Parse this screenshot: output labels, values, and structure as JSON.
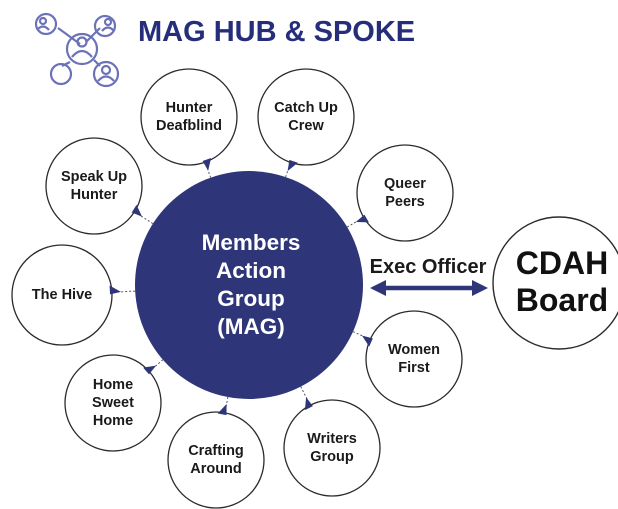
{
  "header": {
    "title": "MAG HUB & SPOKE",
    "icon": "people-network-icon"
  },
  "hub": {
    "lines": [
      "Members",
      "Action",
      "Group",
      "(MAG)"
    ]
  },
  "spokes": [
    {
      "id": "hunter-deafblind",
      "lines": [
        "Hunter",
        "Deafblind"
      ]
    },
    {
      "id": "catch-up-crew",
      "lines": [
        "Catch Up",
        "Crew"
      ]
    },
    {
      "id": "queer-peers",
      "lines": [
        "Queer",
        "Peers"
      ]
    },
    {
      "id": "women-first",
      "lines": [
        "Women",
        "First"
      ]
    },
    {
      "id": "writers-group",
      "lines": [
        "Writers",
        "Group"
      ]
    },
    {
      "id": "crafting-around",
      "lines": [
        "Crafting",
        "Around"
      ]
    },
    {
      "id": "home-sweet-home",
      "lines": [
        "Home",
        "Sweet",
        "Home"
      ]
    },
    {
      "id": "the-hive",
      "lines": [
        "The Hive"
      ]
    },
    {
      "id": "speak-up-hunter",
      "lines": [
        "Speak Up",
        "Hunter"
      ]
    }
  ],
  "link": {
    "label": "Exec Officer"
  },
  "board": {
    "lines": [
      "CDAH",
      "Board"
    ]
  },
  "colors": {
    "primary": "#2e3679",
    "title": "#262e7c",
    "icon": "#6b72b8",
    "text": "#1a1a1a",
    "circle_stroke": "#2b2b2b"
  }
}
